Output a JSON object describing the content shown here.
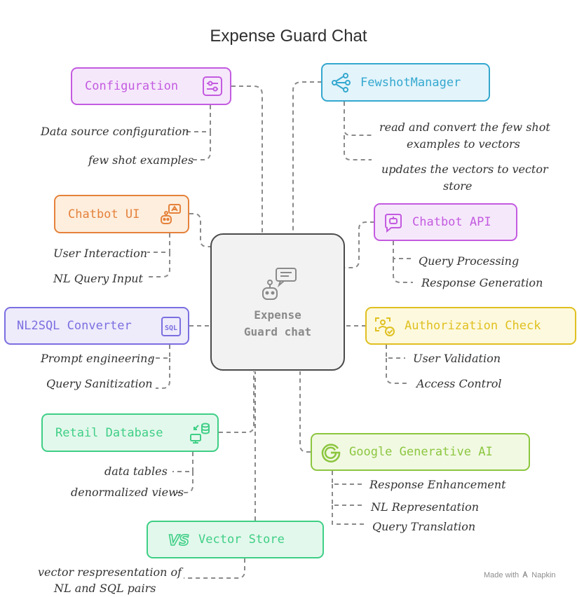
{
  "title": "Expense Guard Chat",
  "center": {
    "line1": "Expense",
    "line2": "Guard chat",
    "icon": "chatbot-robot-icon"
  },
  "nodes": {
    "configuration": {
      "label": "Configuration",
      "icon": "sliders-icon",
      "color": "#c35be0",
      "fill": "#f6e8fb",
      "notes": [
        "Data source configuration",
        "few shot examples"
      ]
    },
    "fewshot": {
      "label": "FewshotManager",
      "icon": "network-icon",
      "color": "#34a8cf",
      "fill": "#e3f4fb",
      "notes": [
        "read and convert the few shot",
        "examples to vectors",
        "updates the vectors to vector",
        "store"
      ]
    },
    "chatbot_ui": {
      "label": "Chatbot UI",
      "icon": "robot-chat-icon",
      "color": "#e5823b",
      "fill": "#fdeede",
      "notes": [
        "User Interaction",
        "NL Query Input"
      ]
    },
    "chatbot_api": {
      "label": "Chatbot API",
      "icon": "message-bot-icon",
      "color": "#c35be0",
      "fill": "#f6e8fb",
      "notes": [
        "Query Processing",
        "Response Generation"
      ]
    },
    "nl2sql": {
      "label": "NL2SQL Converter",
      "icon": "sql-icon",
      "color": "#7b6fe0",
      "fill": "#eeebfb",
      "notes": [
        "Prompt engineering",
        "Query Sanitization"
      ]
    },
    "authorization": {
      "label": "Authorization Check",
      "icon": "user-check-icon",
      "color": "#e0c020",
      "fill": "#fdf9de",
      "notes": [
        "User Validation",
        "Access Control"
      ]
    },
    "retail_db": {
      "label": "Retail Database",
      "icon": "database-transfer-icon",
      "color": "#3fcf86",
      "fill": "#e3f8ec",
      "notes": [
        "data tables",
        "denormalized views"
      ]
    },
    "google_ai": {
      "label": "Google Generative AI",
      "icon": "google-icon",
      "color": "#8cc63f",
      "fill": "#f1f9e3",
      "notes": [
        "Response Enhancement",
        "NL Representation",
        "Query Translation"
      ]
    },
    "vector_store": {
      "label": "Vector Store",
      "icon": "vs-icon",
      "color": "#3fcf86",
      "fill": "#e3f8ec",
      "notes": [
        "vector respresentation of",
        "NL and SQL pairs"
      ]
    }
  },
  "footer": {
    "made_with": "Made with",
    "brand": "Napkin"
  }
}
